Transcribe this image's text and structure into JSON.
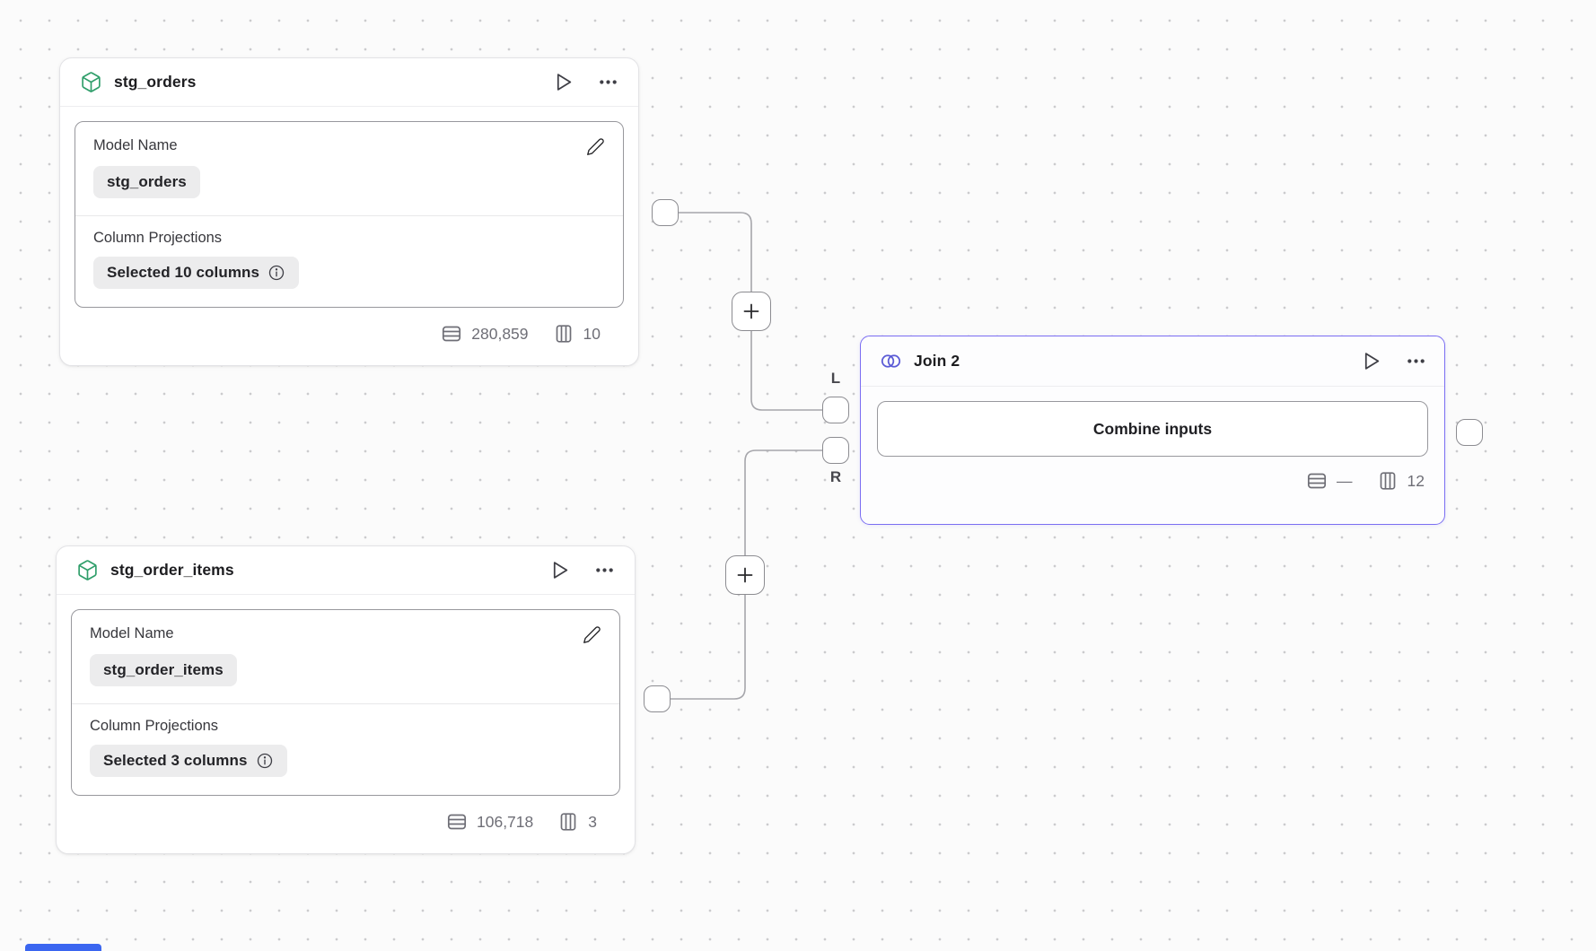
{
  "colors": {
    "canvas_bg": "#fbfbfb",
    "dot_color": "#cbcbcd",
    "node_border": "#e3e3e6",
    "divider": "#ededef",
    "card_border": "#98989d",
    "chip_bg": "#ececed",
    "text_primary": "#1d1d20",
    "text_label": "#37373c",
    "stat_color": "#6e6e76",
    "wire_color": "#a6a6ab",
    "port_border": "#8c8c91",
    "join_border": "#7b6ef2",
    "join_icon_color": "#5b5bd6",
    "model_icon_color": "#2f9e6a",
    "header_icon_color": "#3f3f46",
    "accent_blue": "#3b66f0"
  },
  "icons": {
    "cube-icon": "green 3d box (model node)",
    "join-icon": "two overlapping circles (venn)",
    "play-icon": "outlined triangle",
    "more-icon": "horizontal ellipsis",
    "edit-icon": "pencil",
    "info-icon": "circled i",
    "rows-icon": "table rows",
    "columns-icon": "table columns",
    "plus-icon": "plus sign"
  },
  "model_nodes": [
    {
      "title": "stg_orders",
      "fields": [
        {
          "label": "Model Name",
          "value": "stg_orders"
        },
        {
          "label": "Column Projections",
          "value": "Selected 10 columns"
        }
      ],
      "stats": {
        "rows": "280,859",
        "columns": "10"
      }
    },
    {
      "title": "stg_order_items",
      "fields": [
        {
          "label": "Model Name",
          "value": "stg_order_items"
        },
        {
          "label": "Column Projections",
          "value": "Selected 3 columns"
        }
      ],
      "stats": {
        "rows": "106,718",
        "columns": "3"
      }
    }
  ],
  "join_node": {
    "title": "Join 2",
    "button_label": "Combine inputs",
    "ports": {
      "left": "L",
      "right": "R"
    },
    "stats": {
      "rows": "—",
      "columns": "12"
    }
  }
}
